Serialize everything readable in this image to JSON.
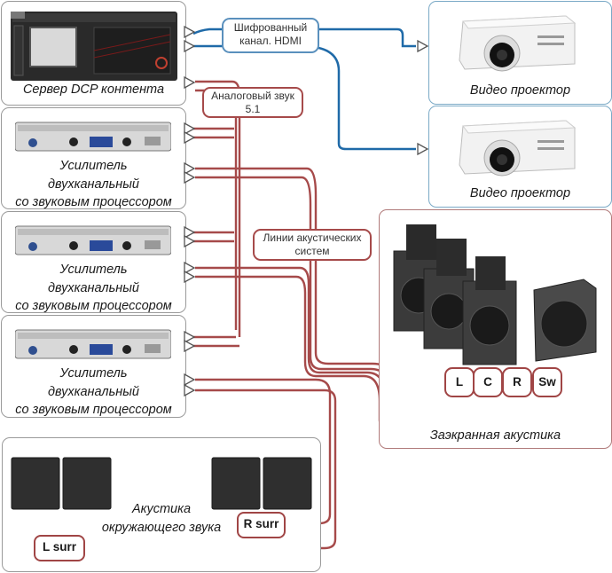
{
  "server": {
    "caption": "Сервер DCP контента"
  },
  "amplifiers": [
    {
      "line1": "Усилитель",
      "line2": "двухканальный",
      "line3": "со звуковым процессором"
    },
    {
      "line1": "Усилитель",
      "line2": "двухканальный",
      "line3": "со звуковым процессором"
    },
    {
      "line1": "Усилитель",
      "line2": "двухканальный",
      "line3": "со звуковым процессором"
    }
  ],
  "projectors": [
    {
      "caption": "Видео проектор"
    },
    {
      "caption": "Видео проектор"
    }
  ],
  "tags": {
    "hdmi_line1": "Шифрованный",
    "hdmi_line2": "канал. HDMI",
    "analog_line1": "Аналоговый звук",
    "analog_line2": "5.1",
    "speaker_line1": "Линии акустических",
    "speaker_line2": "систем"
  },
  "screen_speakers": {
    "caption": "Заэкранная акустика",
    "channels": [
      "L",
      "C",
      "R",
      "Sw"
    ]
  },
  "surround": {
    "caption_line1": "Акустика",
    "caption_line2": "окружающего звука",
    "right_label": "R surr",
    "left_label": "L surr"
  },
  "colors": {
    "audio_line": "#a64a4a",
    "video_line": "#1f6aa8",
    "video_border": "#7aa9c6"
  }
}
